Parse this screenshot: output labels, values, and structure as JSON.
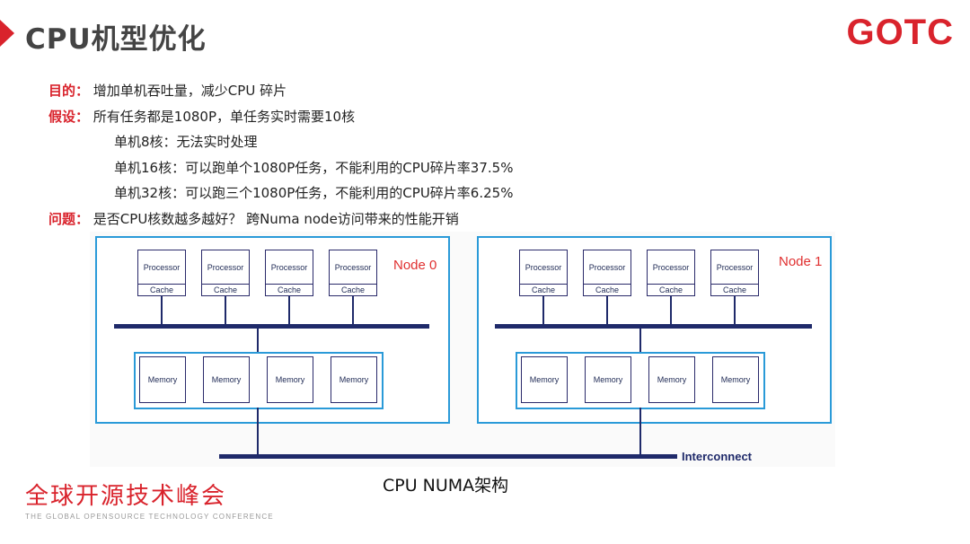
{
  "slide": {
    "title": "CPU机型优化",
    "logo": "GOTC"
  },
  "content": {
    "goal_key": "目的：",
    "goal_text": "增加单机吞吐量，减少CPU 碎片",
    "assume_key": "假设：",
    "assume_text": "所有任务都是1080P，单任务实时需要10核",
    "sub1": "单机8核：无法实时处理",
    "sub2": "单机16核：可以跑单个1080P任务，不能利用的CPU碎片率37.5%",
    "sub3": "单机32核：可以跑三个1080P任务，不能利用的CPU碎片率6.25%",
    "question_key": "问题：",
    "question_text": "是否CPU核数越多越好？ 跨Numa node访问带来的性能开销"
  },
  "diagram": {
    "nodes": [
      {
        "label": "Node 0",
        "processors": [
          {
            "top": "Processor",
            "bottom": "Cache"
          },
          {
            "top": "Processor",
            "bottom": "Cache"
          },
          {
            "top": "Processor",
            "bottom": "Cache"
          },
          {
            "top": "Processor",
            "bottom": "Cache"
          }
        ],
        "memories": [
          "Memory",
          "Memory",
          "Memory",
          "Memory"
        ]
      },
      {
        "label": "Node 1",
        "processors": [
          {
            "top": "Processor",
            "bottom": "Cache"
          },
          {
            "top": "Processor",
            "bottom": "Cache"
          },
          {
            "top": "Processor",
            "bottom": "Cache"
          },
          {
            "top": "Processor",
            "bottom": "Cache"
          }
        ],
        "memories": [
          "Memory",
          "Memory",
          "Memory",
          "Memory"
        ]
      }
    ],
    "interconnect": "Interconnect",
    "caption": "CPU NUMA架构"
  },
  "footer": {
    "cn": "全球开源技术峰会",
    "en": "THE GLOBAL OPENSOURCE TECHNOLOGY CONFERENCE"
  },
  "colors": {
    "accent": "#d9232c",
    "border_blue": "#2a9ad8",
    "bus_navy": "#1f2a6a"
  }
}
